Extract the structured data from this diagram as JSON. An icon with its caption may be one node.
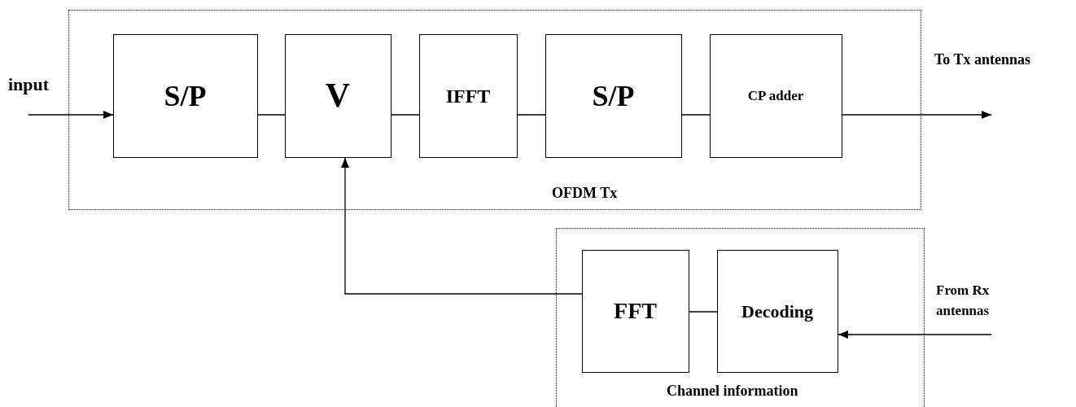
{
  "diagram": {
    "nodes": [
      {
        "text": [
          "OFDM Tx"
        ]
      },
      {
        "text": [
          "S/P"
        ],
        "in": 0
      },
      {
        "text": [
          "V"
        ],
        "in": 0
      },
      {
        "text": [
          "IFFT"
        ],
        "in": 0
      },
      {
        "text": [
          "S/P"
        ],
        "in": 0
      },
      {
        "text": [
          "CP adder"
        ],
        "in": 0
      },
      {
        "text": [
          "Channel information"
        ]
      },
      {
        "text": [
          "FFT"
        ],
        "in": 6
      },
      {
        "text": [
          "Decoding"
        ],
        "in": 6
      }
    ],
    "edges": [
      {
        "from": null,
        "to": 1,
        "arrow": "to",
        "label": "input"
      },
      {
        "from": 1,
        "to": 2,
        "arrow": "none"
      },
      {
        "from": 2,
        "to": 3,
        "arrow": "none"
      },
      {
        "from": 3,
        "to": 4,
        "arrow": "none"
      },
      {
        "from": 4,
        "to": 5,
        "arrow": "none"
      },
      {
        "from": 5,
        "to": null,
        "arrow": "to",
        "label": "To Tx antennas"
      },
      {
        "from": null,
        "to": 8,
        "arrow": "to",
        "label": "From Rx antennas"
      },
      {
        "from": 8,
        "to": 7,
        "arrow": "none"
      },
      {
        "from": 7,
        "to": 2,
        "arrow": "to"
      }
    ]
  }
}
